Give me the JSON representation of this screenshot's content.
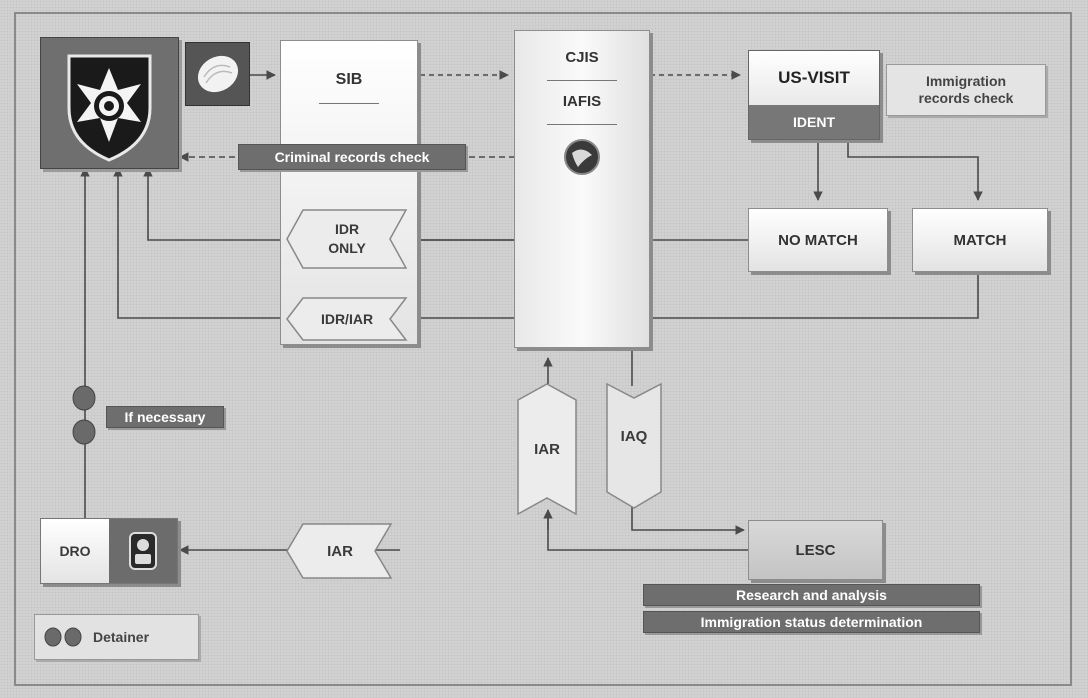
{
  "nodes": {
    "sib": "SIB",
    "cjis": "CJIS",
    "iafis": "IAFIS",
    "us_visit": "US-VISIT",
    "ident": "IDENT",
    "no_match": "NO MATCH",
    "match": "MATCH",
    "lesc": "LESC",
    "dro": "DRO"
  },
  "labels": {
    "criminal_records_check": "Criminal records check",
    "immigration_records_check_line1": "Immigration",
    "immigration_records_check_line2": "records check",
    "if_necessary": "If necessary",
    "research_and_analysis": "Research and analysis",
    "immigration_status_determination": "Immigration status determination"
  },
  "arrows": {
    "idr_only_line1": "IDR",
    "idr_only_line2": "ONLY",
    "idr_iar": "IDR/IAR",
    "iar_up": "IAR",
    "iaq": "IAQ",
    "iar_left": "IAR"
  },
  "legend": {
    "detainer": "Detainer"
  },
  "icons": [
    "police-badge-icon",
    "fingerprint-icon",
    "fbi-seal-icon",
    "detainee-icon",
    "detainer-indicator-icon"
  ]
}
